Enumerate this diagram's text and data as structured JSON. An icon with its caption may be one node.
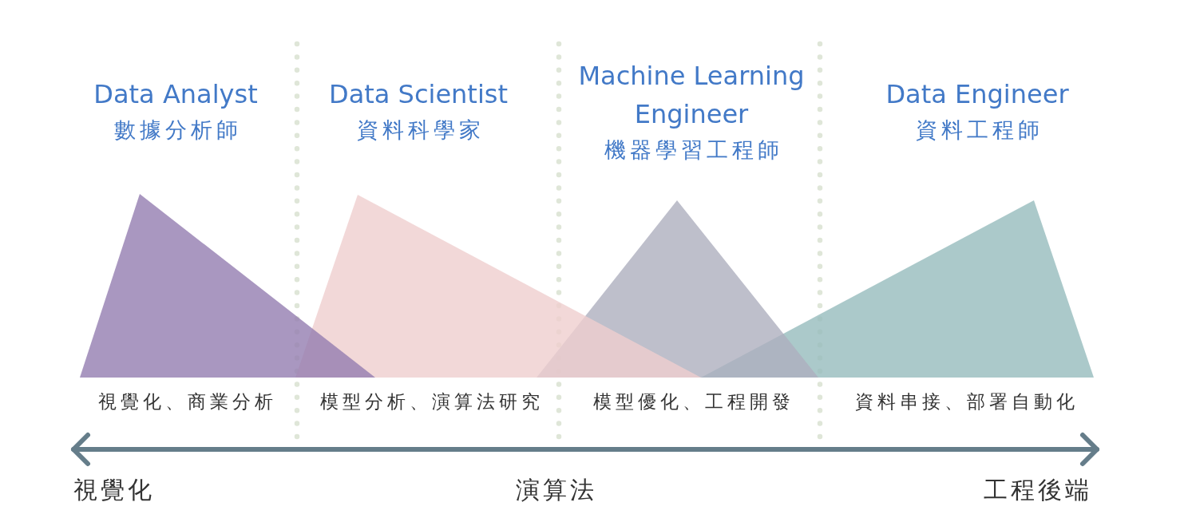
{
  "diagram": {
    "nodes": [
      {
        "text": [
          "Data Analyst",
          "數據分析師"
        ],
        "beside": [
          "視覺化、商業分析"
        ]
      },
      {
        "text": [
          "Data Scientist",
          "資料科學家"
        ],
        "beside": [
          "模型分析、演算法研究"
        ]
      },
      {
        "text": [
          "Machine Learning Engineer",
          "機器學習工程師"
        ],
        "beside": [
          "模型優化、工程開發"
        ]
      },
      {
        "text": [
          "Data Engineer",
          "資料工程師"
        ],
        "beside": [
          "資料串接、部署自動化"
        ]
      }
    ],
    "labels": [
      "視覺化",
      "演算法",
      "工程後端"
    ]
  }
}
